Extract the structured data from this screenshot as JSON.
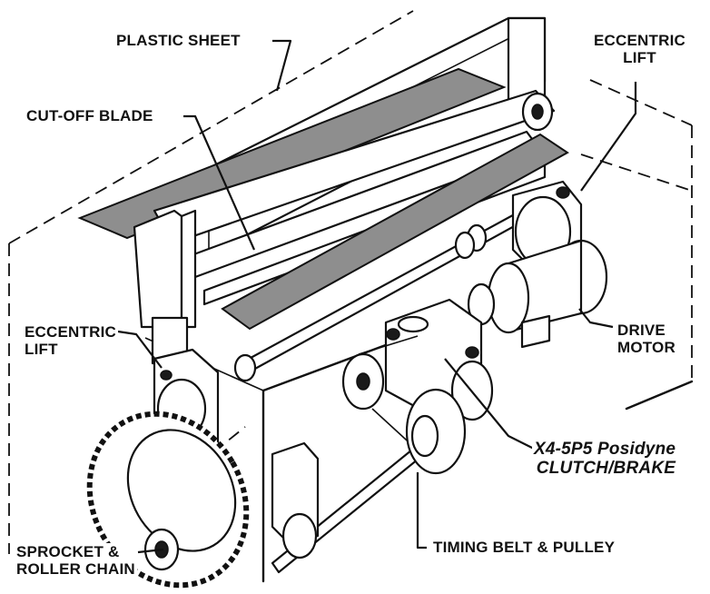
{
  "labels": {
    "plastic_sheet": "PLASTIC SHEET",
    "cut_off_blade": "CUT-OFF BLADE",
    "eccentric_lift_right_line1": "ECCENTRIC",
    "eccentric_lift_right_line2": "LIFT",
    "eccentric_lift_left_line1": "ECCENTRIC",
    "eccentric_lift_left_line2": "LIFT",
    "drive_motor_line1": "DRIVE",
    "drive_motor_line2": "MOTOR",
    "product_line1": "X4-5P5 Posidyne",
    "product_line2": "CLUTCH/BRAKE",
    "sprocket_line1": "SPROCKET &",
    "sprocket_line2": "ROLLER CHAIN",
    "timing_belt": "TIMING BELT & PULLEY"
  },
  "colors": {
    "ink": "#111111",
    "sheet": "#8e8e8e",
    "background": "#ffffff"
  }
}
